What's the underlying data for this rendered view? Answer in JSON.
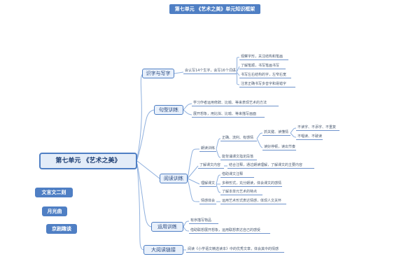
{
  "title": "第七单元 《艺术之美》单元知识框架",
  "root": "第七单元 《艺术之美》",
  "side_buttons": [
    "文言文二则",
    "月光曲",
    "京剧趣谈"
  ],
  "branches": {
    "b1": "识字与写字",
    "b2": "句型训练",
    "b3": "阅读训练",
    "b4": "运用训练",
    "b5": "大阅读链接"
  },
  "leaves": {
    "b1_main": "会认写14个生字，会写16个词语",
    "b1_s1": "观察字形，关注结构和笔画",
    "b1_s2": "了解笔顺，书写笔画书写",
    "b1_s3": "书写左右结构的字，左窄右宽",
    "b1_s4": "注意正确书写多音字和易错字",
    "b2_s1": "学习作者运用修辞、比喻、等来表现艺术的方法",
    "b2_s2": "展开想象，用比拟、比喻、等来描写画面",
    "b3_a": "朗读训练",
    "b3_a1": "正确、流利、有感情",
    "b3_a1a": "抓关键、读懂情",
    "b3_a1a1": "不读字、不添字、不重复",
    "b3_a1a2": "不唱读、不破读",
    "b3_a1b": "读好停顿，读出节奏",
    "b3_a2": "能背诵课文指定段落",
    "b3_b": "了解课文内容",
    "b3_b1": "结合注释，通过朗读理解，了解课文的主要内容",
    "b3_c": "理解课文",
    "b3_c1": "借助课文注释",
    "b3_c2": "多种形式，充分朗读，体会课文的感情",
    "b3_c3": "了解本单元艺术的特点",
    "b3_d": "情感体会",
    "b3_d1": "运用艺术形式表达情感，体现人文关怀",
    "b4_s1": "有序描写物品",
    "b4_s2": "借助联想展开想象，运用联想表达自己的感受",
    "b5_s1": "阅读《小学语文精选读本》中的优秀文章，体会其中的情感"
  }
}
